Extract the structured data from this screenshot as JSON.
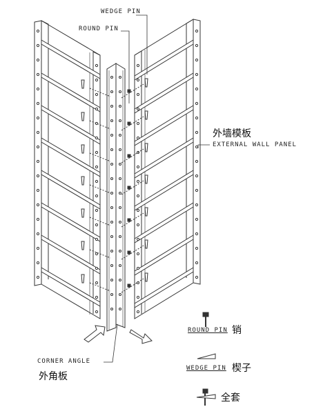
{
  "labels": {
    "wedge_pin": "WEDGE PIN",
    "round_pin": "ROUND PIN",
    "external_wall_panel_cn": "外墙模板",
    "external_wall_panel_en": "EXTERNAL WALL PANEL",
    "corner_angle_en": "CORNER ANGLE",
    "corner_angle_cn": "外角板"
  },
  "legend": {
    "round_pin_en": "ROUND PIN",
    "round_pin_cn": "销",
    "wedge_pin_en": "WEDGE PIN",
    "wedge_pin_cn": "楔子",
    "full_set_cn": "全套"
  },
  "colors": {
    "line": "#333333",
    "background": "#ffffff"
  }
}
